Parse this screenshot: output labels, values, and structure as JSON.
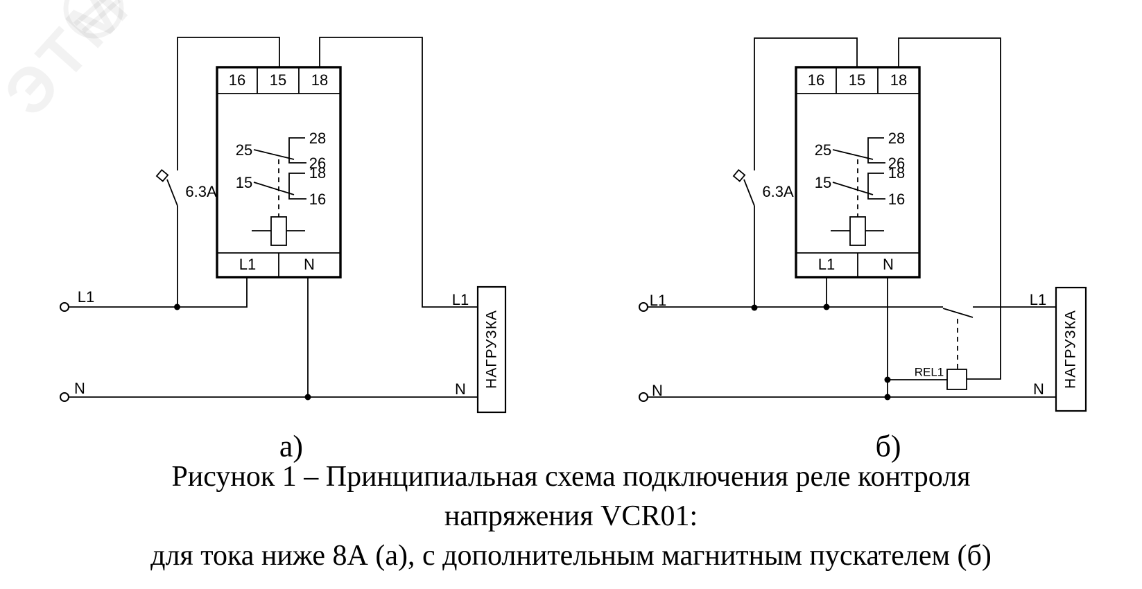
{
  "watermark": "ЭТМ",
  "diagrams": {
    "a": {
      "panel_label": "а)",
      "breaker_rating": "6.3A",
      "relay": {
        "top_terminals": [
          "16",
          "15",
          "18"
        ],
        "bottom_terminals": [
          "L1",
          "N"
        ],
        "contacts": [
          {
            "common": "25",
            "upper": "28",
            "lower": "26"
          },
          {
            "common": "15",
            "upper": "18",
            "lower": "16"
          }
        ]
      },
      "source": {
        "line": "L1",
        "neutral": "N"
      },
      "load": {
        "line": "L1",
        "neutral": "N",
        "name": "НАГРУЗКА"
      }
    },
    "b": {
      "panel_label": "б)",
      "breaker_rating": "6.3A",
      "contactor": "REL1",
      "relay": {
        "top_terminals": [
          "16",
          "15",
          "18"
        ],
        "bottom_terminals": [
          "L1",
          "N"
        ],
        "contacts": [
          {
            "common": "25",
            "upper": "28",
            "lower": "26"
          },
          {
            "common": "15",
            "upper": "18",
            "lower": "16"
          }
        ]
      },
      "source": {
        "line": "L1",
        "neutral": "N"
      },
      "load": {
        "line": "L1",
        "neutral": "N",
        "name": "НАГРУЗКА"
      }
    }
  },
  "caption": {
    "line1": "Рисунок 1 – Принципиальная схема подключения реле контроля",
    "line2": "напряжения VCR01:",
    "line3": "для тока ниже 8А (а), с дополнительным магнитным пускателем (б)"
  }
}
